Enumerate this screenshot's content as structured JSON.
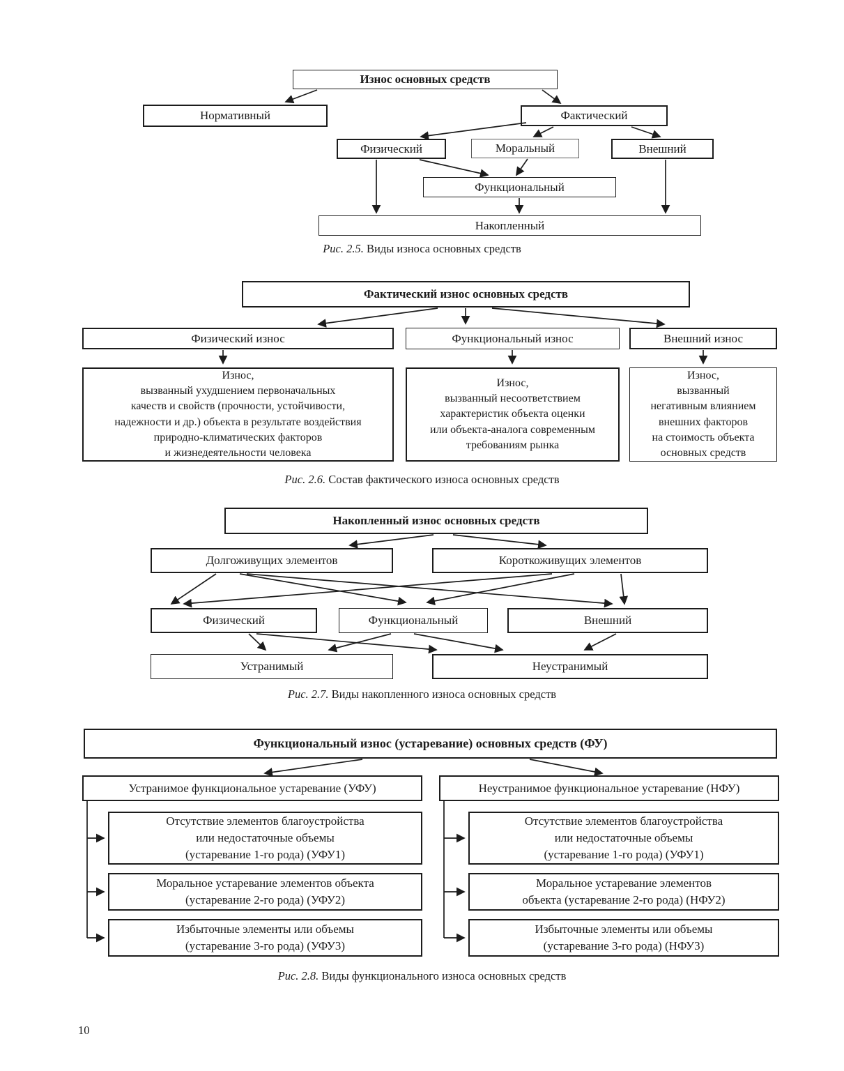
{
  "page": {
    "number": "10"
  },
  "fig25": {
    "title": "Износ основных средств",
    "normative": "Нормативный",
    "actual": "Фактический",
    "physical": "Физический",
    "moral": "Моральный",
    "external": "Внешний",
    "functional": "Функциональный",
    "accumulated": "Накопленный",
    "caption_prefix": "Рис. 2.5.",
    "caption_text": " Виды износа основных средств"
  },
  "fig26": {
    "title": "Фактический износ основных средств",
    "cols": [
      {
        "label": "Физический износ",
        "desc": [
          "Износ,",
          "вызванный ухудшением первоначальных",
          "качеств и свойств (прочности, устойчивости,",
          "надежности и др.) объекта в результате воздействия",
          "природно-климатических факторов",
          "и жизнедеятельности человека"
        ]
      },
      {
        "label": "Функциональный износ",
        "desc": [
          "Износ,",
          "вызванный несоответствием",
          "характеристик объекта оценки",
          "или объекта-аналога современным",
          "требованиям рынка"
        ]
      },
      {
        "label": "Внешний износ",
        "desc": [
          "Износ,",
          "вызванный",
          "негативным влиянием",
          "внешних факторов",
          "на стоимость объекта",
          "основных средств"
        ]
      }
    ],
    "caption_prefix": "Рис. 2.6.",
    "caption_text": " Состав фактического износа основных средств"
  },
  "fig27": {
    "title": "Накопленный износ основных средств",
    "long_lived": "Долгоживущих элементов",
    "short_lived": "Короткоживущих элементов",
    "physical": "Физический",
    "functional": "Функциональный",
    "external": "Внешний",
    "curable": "Устранимый",
    "incurable": "Неустранимый",
    "caption_prefix": "Рис. 2.7.",
    "caption_text": " Виды накопленного износа основных средств"
  },
  "fig28": {
    "title": "Функциональный износ (устаревание) основных средств (ФУ)",
    "left": {
      "header": "Устранимое функциональное устаревание (УФУ)",
      "items": [
        [
          "Отсутствие элементов благоустройства",
          "или недостаточные объемы",
          "(устаревание 1-го рода) (УФУ1)"
        ],
        [
          "Моральное устаревание элементов объекта",
          "(устаревание 2-го рода) (УФУ2)"
        ],
        [
          "Избыточные элементы или объемы",
          "(устаревание 3-го рода) (УФУ3)"
        ]
      ]
    },
    "right": {
      "header": "Неустранимое функциональное устаревание (НФУ)",
      "items": [
        [
          "Отсутствие элементов благоустройства",
          "или недостаточные объемы",
          "(устаревание 1-го рода) (УФУ1)"
        ],
        [
          "Моральное устаревание элементов",
          "объекта (устаревание 2-го рода) (НФУ2)"
        ],
        [
          "Избыточные элементы или объемы",
          "(устаревание 3-го рода) (НФУ3)"
        ]
      ]
    },
    "caption_prefix": "Рис. 2.8.",
    "caption_text": " Виды функционального износа основных средств"
  }
}
